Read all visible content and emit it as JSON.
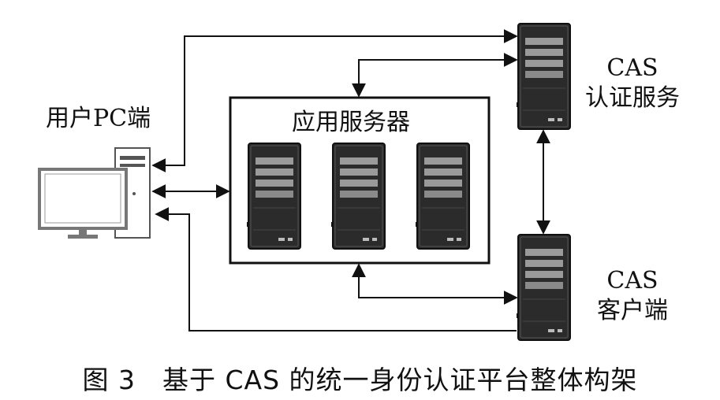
{
  "labels": {
    "user_pc": "用户PC端",
    "app_servers": "应用服务器",
    "cas_auth_line1": "CAS",
    "cas_auth_line2": "认证服务",
    "cas_client_line1": "CAS",
    "cas_client_line2": "客户端"
  },
  "caption": "图 3　基于 CAS 的统一身份认证平台整体构架",
  "colors": {
    "line": "#111111",
    "server_body": "#2b2b2b",
    "server_bay": "#9a9a9a",
    "monitor_frame": "#777777"
  }
}
